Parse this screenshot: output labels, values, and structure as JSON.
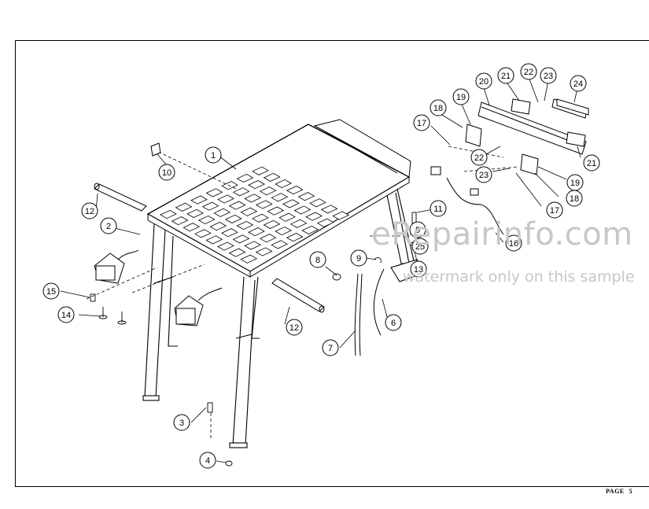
{
  "page": {
    "label": "PAGE",
    "number": "5"
  },
  "watermark": {
    "site": "eRepairinfo.com",
    "notice": "watermark only on this sample"
  },
  "callouts": [
    "1",
    "2",
    "3",
    "4",
    "5",
    "6",
    "7",
    "8",
    "9",
    "10",
    "11",
    "12",
    "12",
    "13",
    "14",
    "15",
    "16",
    "17",
    "17",
    "18",
    "18",
    "19",
    "19",
    "20",
    "21",
    "21",
    "22",
    "22",
    "23",
    "23",
    "24",
    "25"
  ]
}
